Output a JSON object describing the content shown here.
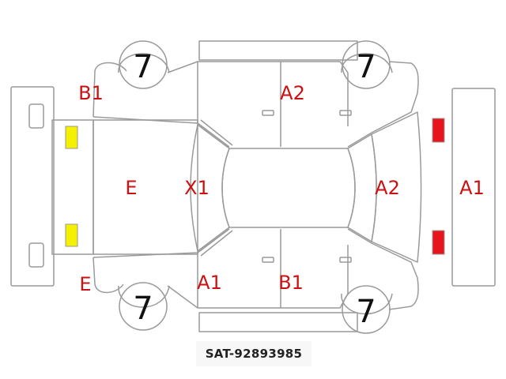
{
  "diagram": {
    "labels": {
      "b1_top_left": "B1",
      "a2_top": "A2",
      "e_hood": "E",
      "x1_windshield": "X1",
      "a2_rear_window": "A2",
      "a1_rear_bumper": "A1",
      "e_bottom_left": "E",
      "a1_bottom": "A1",
      "b1_bottom": "B1"
    },
    "wheel_numbers": {
      "front_left": "7",
      "rear_left": "7",
      "front_right": "7",
      "rear_right": "7"
    },
    "markers": {
      "headlight_color": "#f5ef00",
      "taillight_color": "#e8141c"
    },
    "colors": {
      "outline": "#9a9a9a",
      "label": "#cc1111"
    }
  },
  "footer": {
    "code": "SAT-92893985"
  }
}
